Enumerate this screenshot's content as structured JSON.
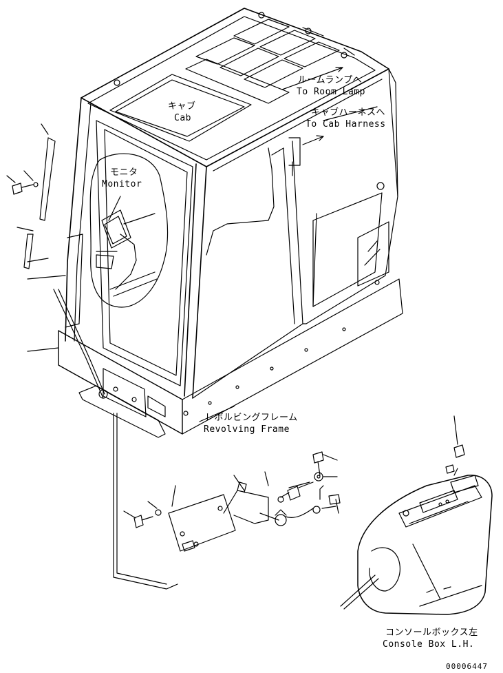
{
  "labels": {
    "room_lamp_jp": "ルームランプへ",
    "room_lamp_en": "To Room Lamp",
    "cab_harness_jp": "キャブハーネスへ",
    "cab_harness_en": "To Cab Harness",
    "cab_jp": "キャブ",
    "cab_en": "Cab",
    "monitor_jp": "モニタ",
    "monitor_en": "Monitor",
    "revolving_frame_jp": "レボルビングフレーム",
    "revolving_frame_en": "Revolving Frame",
    "console_box_jp": "コンソールボックス左",
    "console_box_en": "Console Box L.H."
  },
  "drawing_number": "00006447"
}
